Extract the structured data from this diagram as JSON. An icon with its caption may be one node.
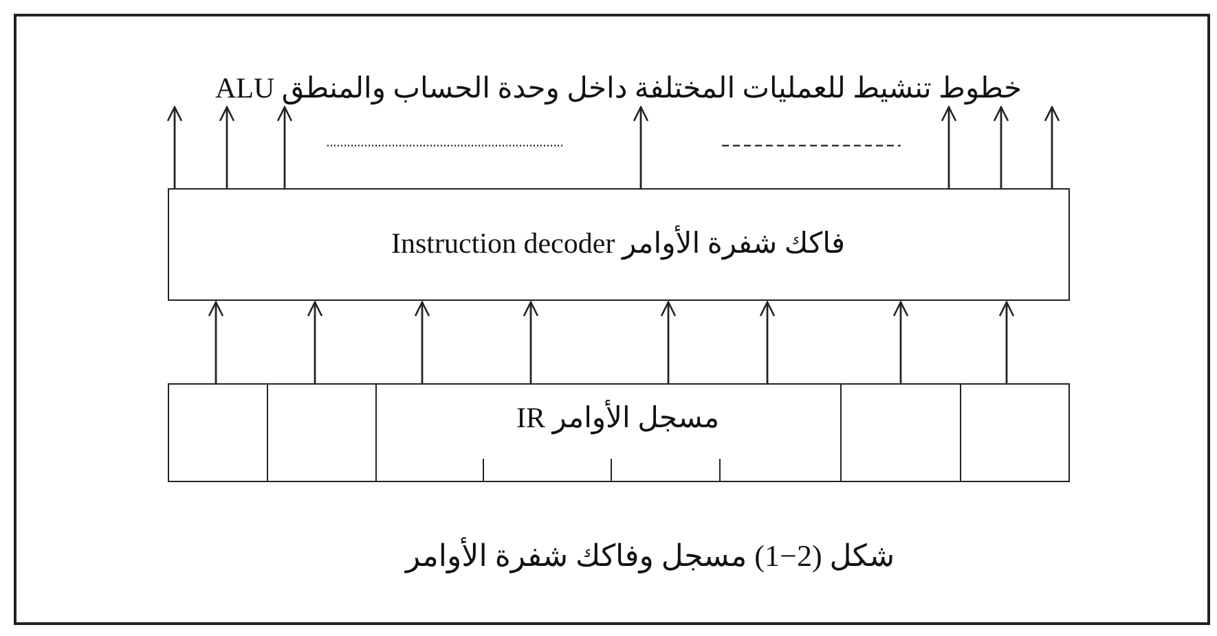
{
  "diagram": {
    "caption": "شكل (2−1) مسجل وفاكك شفرة الأوامر",
    "nodes": [
      {
        "text": [
          "خطوط تنشيط للعمليات المختلفة داخل وحدة الحساب والمنطق ALU"
        ]
      },
      {
        "text": [
          "فاكك شفرة الأوامر Instruction decoder"
        ]
      },
      {
        "text": [
          "مسجل الأوامر IR"
        ]
      }
    ],
    "edges": [
      {
        "from": 2,
        "to": 1,
        "arrow": "to"
      },
      {
        "from": 2,
        "to": 1,
        "arrow": "to"
      },
      {
        "from": 2,
        "to": 1,
        "arrow": "to"
      },
      {
        "from": 2,
        "to": 1,
        "arrow": "to"
      },
      {
        "from": 2,
        "to": 1,
        "arrow": "to"
      },
      {
        "from": 2,
        "to": 1,
        "arrow": "to"
      },
      {
        "from": 2,
        "to": 1,
        "arrow": "to"
      },
      {
        "from": 2,
        "to": 1,
        "arrow": "to"
      },
      {
        "from": 1,
        "to": 0,
        "arrow": "to"
      },
      {
        "from": 1,
        "to": 0,
        "arrow": "to"
      },
      {
        "from": 1,
        "to": 0,
        "arrow": "to"
      },
      {
        "from": 1,
        "to": 0,
        "arrow": "to"
      },
      {
        "from": 1,
        "to": 0,
        "arrow": "to"
      },
      {
        "from": 1,
        "to": 0,
        "arrow": "to"
      },
      {
        "from": 1,
        "to": 0,
        "arrow": "to"
      }
    ]
  }
}
